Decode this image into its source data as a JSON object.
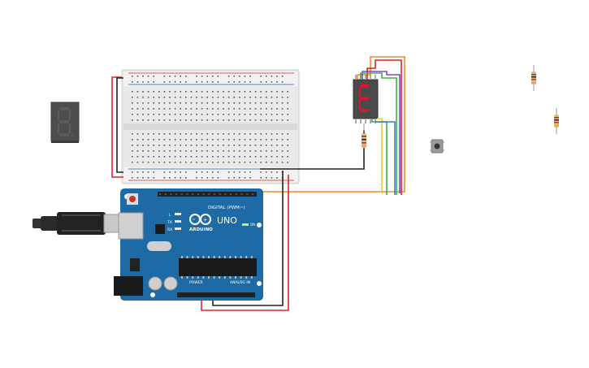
{
  "board": {
    "brand": "ARDUINO",
    "model": "UNO",
    "digital_label": "DIGITAL (PWM~)",
    "power_label": "POWER",
    "analog_label": "ANALOG IN",
    "on_label": "ON",
    "tx_label": "TX",
    "rx_label": "RX",
    "l_label": "L"
  },
  "display": {
    "lit_digit": "E",
    "segment_color_on": "#e8102a",
    "segment_color_off": "#4a4a4a"
  },
  "colors": {
    "board_blue": "#1d6aa5",
    "wire_red": "#d62828",
    "wire_black": "#222222",
    "wire_orange": "#f08a24",
    "wire_yellow": "#e6d21d",
    "wire_green": "#3cb54a",
    "wire_blue": "#2f7fd6",
    "wire_purple": "#8b3fc7",
    "breadboard": "#e8e8e8"
  }
}
